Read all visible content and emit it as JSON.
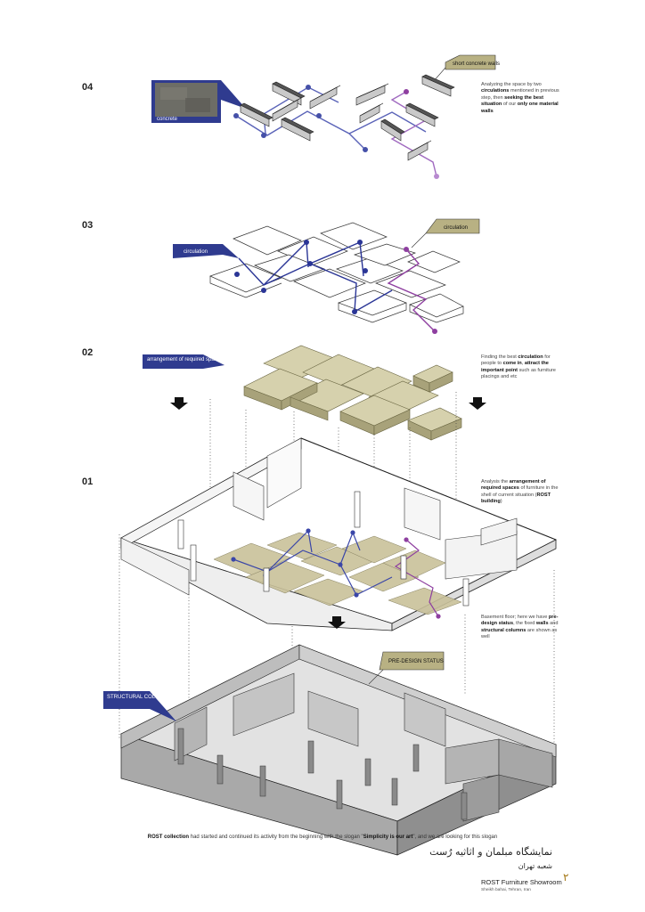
{
  "steps": {
    "s04": "04",
    "s03": "03",
    "s02": "02",
    "s01": "01"
  },
  "callouts": {
    "concrete": "concrete",
    "short_walls": "short concrete walls",
    "circulation_left": "circulation",
    "circulation_right": "circulation",
    "arrangement": "arrangement of required spaces of furniture",
    "pre_design": "PRE-DESIGN STATUS",
    "structural": "STRUCTURAL COLUMNS"
  },
  "notes": {
    "n04": {
      "p1": "Analyzing the space by two ",
      "b1": "circulations",
      "p2": " mentioned in previous step, then ",
      "b2": "seeking the best situation",
      "p3": " of our ",
      "b3": "only one material walls"
    },
    "n02": {
      "p1": "Finding the best ",
      "b1": "circulation",
      "p2": " for people to ",
      "b2": "come in",
      "p3": ", ",
      "b3": "attract the important point",
      "p4": " such as furniture placings and etc"
    },
    "n01": {
      "p1": "Analysis the ",
      "b1": "arrangement of required spaces",
      "p2": " of furniture in the shell of current situation (",
      "b2": "ROST building",
      "p3": ")"
    },
    "n00": {
      "p1": "Basement floor; here we have ",
      "b1": "pre-design status",
      "p2": ", the fixed ",
      "b2": "walls",
      "p3": " and ",
      "b3": "structural columns",
      "p4": " are shown as well"
    }
  },
  "bottom": {
    "b1": "ROST collection",
    "p1": " had started and continued its activity from the beginning with the slogan \"",
    "b2": "Simplicity is our art",
    "p2": "\", and we are looking for this slogan"
  },
  "footer": {
    "fa_title": "نمایشگاه مبلمان و اثاثیه رُست",
    "fa_branch": "شعبه تهران",
    "page": "۲",
    "en_title": "ROST Furniture Showroom",
    "en_sub": "Sheikh bahai, Tehran, Iran"
  },
  "colors": {
    "navy": "#2f3b8f",
    "khaki": "#b8b183",
    "khaki_light": "#d9d4b4",
    "purple": "#8e3fa0",
    "blue_line": "#3a46a8",
    "wall_gray": "#b9b9b9"
  }
}
